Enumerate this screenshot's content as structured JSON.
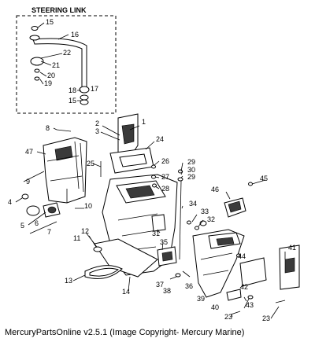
{
  "inset": {
    "title": "STEERING LINK"
  },
  "footer": {
    "caption": "MercuryPartsOnline v2.5.1 (Image Copyright- Mercury Marine)"
  },
  "callouts": {
    "c1": "1",
    "c2": "2",
    "c3": "3",
    "c4": "4",
    "c5": "5",
    "c6": "6",
    "c7": "7",
    "c8": "8",
    "c9": "9",
    "c10": "10",
    "c11": "11",
    "c12": "12",
    "c13": "13",
    "c14": "14",
    "c15a": "15",
    "c15b": "15",
    "c16": "16",
    "c17": "17",
    "c18": "18",
    "c19": "19",
    "c20": "20",
    "c21": "21",
    "c22": "22",
    "c23a": "23",
    "c23b": "23",
    "c24": "24",
    "c25": "25",
    "c26": "26",
    "c27": "27",
    "c28": "28",
    "c29a": "29",
    "c29b": "29",
    "c30": "30",
    "c31": "31",
    "c32": "32",
    "c33": "33",
    "c34": "34",
    "c35": "35",
    "c36": "36",
    "c37": "37",
    "c38": "38",
    "c39": "39",
    "c40": "40",
    "c41": "41",
    "c42": "42",
    "c43": "43",
    "c44": "44",
    "c45": "45",
    "c46": "46",
    "c47": "47"
  }
}
